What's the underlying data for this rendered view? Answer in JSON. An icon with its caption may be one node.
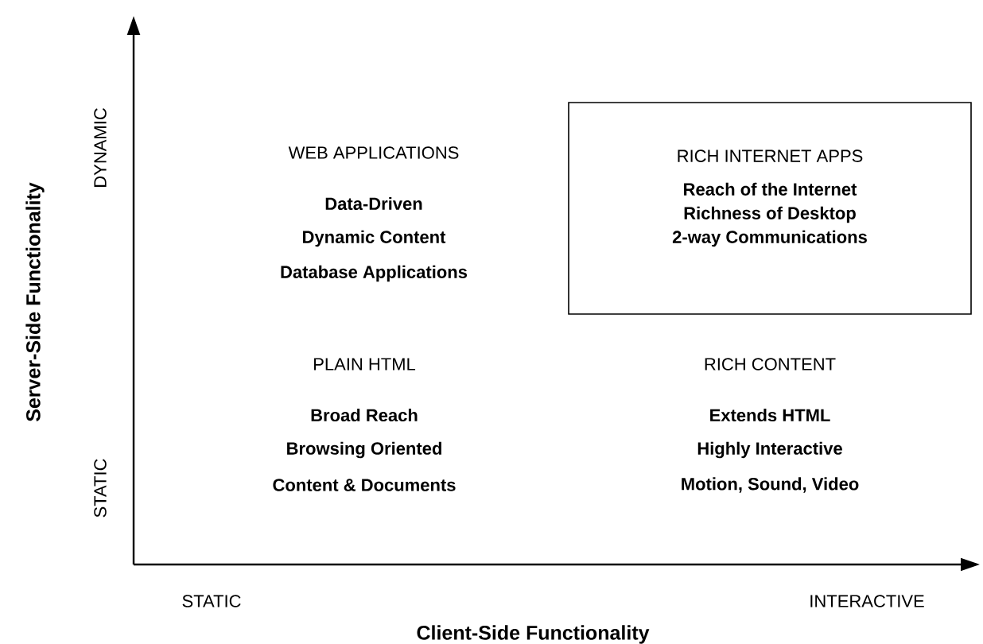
{
  "diagram": {
    "nodes": [
      {
        "text": [
          "RICH INTERNET APPS",
          "Reach of the Internet",
          "Richness of Desktop",
          "2-way Communications"
        ]
      }
    ],
    "edges": [],
    "labels": [
      "Server-Side Functionality",
      "DYNAMIC",
      "WEB APPLICATIONS",
      "Data-Driven",
      "Dynamic Content",
      "Database Applications",
      "PLAIN HTML",
      "Broad Reach",
      "Browsing Oriented",
      "Content & Documents",
      "RICH CONTENT",
      "Extends HTML",
      "Highly Interactive",
      "Motion, Sound, Video",
      "STATIC",
      "STATIC",
      "INTERACTIVE",
      "Client-Side Functionality"
    ]
  }
}
